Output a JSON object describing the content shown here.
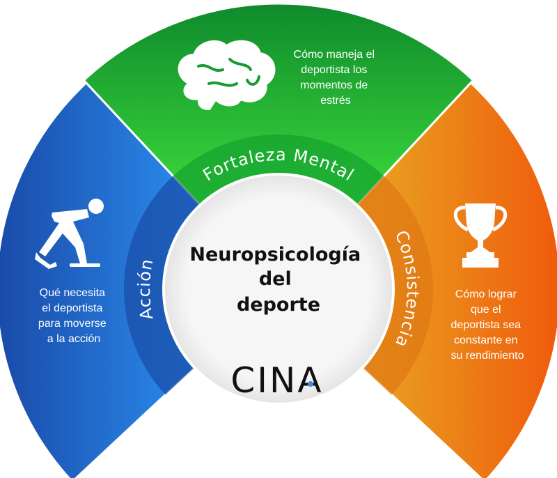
{
  "center": {
    "title_lines": [
      "Neuropsicología",
      "del",
      "deporte"
    ],
    "logo": "CINA"
  },
  "segments": {
    "mental": {
      "label": "Fortaleza Mental",
      "icon": "brain-icon",
      "description_lines": [
        "Cómo maneja el",
        "deportista los",
        "momentos de",
        "estrés"
      ],
      "colors": [
        "#0f8a2c",
        "#3ddc3c"
      ]
    },
    "accion": {
      "label": "Acción",
      "icon": "skater-icon",
      "description_lines": [
        "Qué necesita",
        "el deportista",
        "para moverse",
        "a la acción"
      ],
      "colors": [
        "#1a4aa8",
        "#2b8ff0"
      ]
    },
    "consistencia": {
      "label": "Consistencia",
      "icon": "trophy-icon",
      "description_lines": [
        "Cómo lograr",
        "que el",
        "deportista sea",
        "constante en",
        "su rendimiento"
      ],
      "colors": [
        "#e8a823",
        "#f05a0c"
      ]
    }
  }
}
